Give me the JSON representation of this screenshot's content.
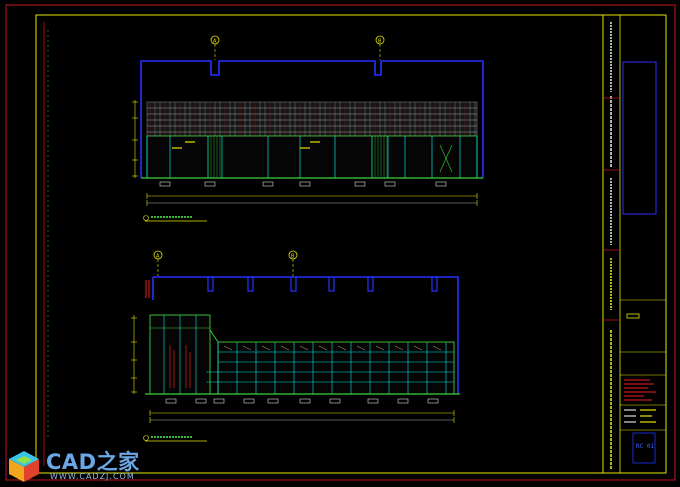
{
  "watermark": {
    "brand": "CAD之家",
    "url": "WWW.CADZJ.COM"
  },
  "sheet": {
    "title_block_code": "RC 01",
    "grid_markers": [
      "A",
      "B",
      "A",
      "B"
    ]
  },
  "colors": {
    "frame_red": "#c4161c",
    "frame_yellow": "#e6e600",
    "wall_blue": "#2431ff",
    "cyan": "#00e5e5",
    "green": "#3fd13f",
    "white": "#dddddd"
  }
}
